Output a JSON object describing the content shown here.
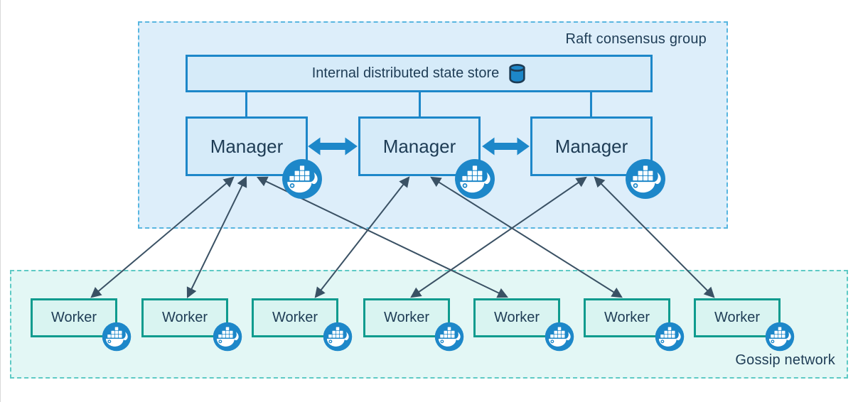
{
  "diagram": {
    "title_implicit": "Docker Swarm mode architecture",
    "raft_group": {
      "label": "Raft consensus group",
      "state_store": {
        "label": "Internal distributed state store",
        "icon": "database-cylinder-icon"
      },
      "managers": [
        {
          "id": "manager-1",
          "label": "Manager",
          "badge_icon": "docker-whale-icon"
        },
        {
          "id": "manager-2",
          "label": "Manager",
          "badge_icon": "docker-whale-icon"
        },
        {
          "id": "manager-3",
          "label": "Manager",
          "badge_icon": "docker-whale-icon"
        }
      ]
    },
    "gossip_network": {
      "label": "Gossip network",
      "workers": [
        {
          "id": "worker-1",
          "label": "Worker",
          "badge_icon": "docker-whale-icon"
        },
        {
          "id": "worker-2",
          "label": "Worker",
          "badge_icon": "docker-whale-icon"
        },
        {
          "id": "worker-3",
          "label": "Worker",
          "badge_icon": "docker-whale-icon"
        },
        {
          "id": "worker-4",
          "label": "Worker",
          "badge_icon": "docker-whale-icon"
        },
        {
          "id": "worker-5",
          "label": "Worker",
          "badge_icon": "docker-whale-icon"
        },
        {
          "id": "worker-6",
          "label": "Worker",
          "badge_icon": "docker-whale-icon"
        },
        {
          "id": "worker-7",
          "label": "Worker",
          "badge_icon": "docker-whale-icon"
        }
      ]
    },
    "links": {
      "state_store_to": [
        "manager-1",
        "manager-2",
        "manager-3"
      ],
      "manager_peer_bidirectional": [
        [
          "manager-1",
          "manager-2"
        ],
        [
          "manager-2",
          "manager-3"
        ]
      ],
      "manager_worker_bidirectional": [
        [
          "manager-1",
          "worker-1"
        ],
        [
          "manager-1",
          "worker-2"
        ],
        [
          "manager-1",
          "worker-5"
        ],
        [
          "manager-2",
          "worker-3"
        ],
        [
          "manager-2",
          "worker-6"
        ],
        [
          "manager-3",
          "worker-4"
        ],
        [
          "manager-3",
          "worker-7"
        ]
      ]
    },
    "colors": {
      "docker_blue": "#1d87c9",
      "raft_fill": "#ddeefa",
      "raft_dash": "#58b6e0",
      "node_blue_fill": "#d6ebf9",
      "gossip_fill": "#e3f7f5",
      "gossip_dash": "#5ecac5",
      "worker_border": "#0f9b8e",
      "worker_fill": "#d9f4f1",
      "text": "#1e3c55",
      "arrow": "#3a5164"
    }
  }
}
